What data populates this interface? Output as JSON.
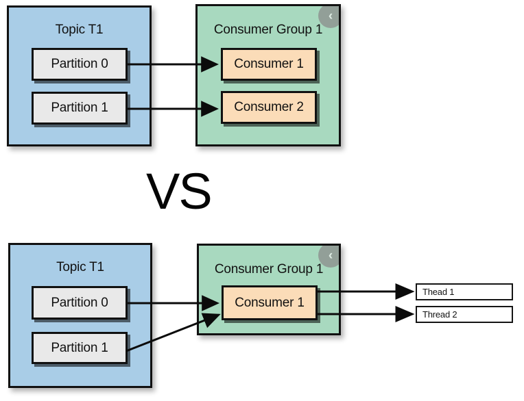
{
  "diagram": {
    "title_text": "VS",
    "comparison_label": "VS",
    "colors": {
      "topic_fill": "#a9cde7",
      "group_fill": "#a8d9bf",
      "partition_fill": "#e9e9e9",
      "consumer_fill": "#fbdcb8",
      "thread_fill": "#ffffff",
      "stroke": "#111111",
      "badge_fill": "#8a8a8a",
      "background": "#ffffff"
    },
    "top_scenario": {
      "topic": {
        "label": "Topic T1",
        "partitions": [
          {
            "label": "Partition 0"
          },
          {
            "label": "Partition 1"
          }
        ]
      },
      "consumer_group": {
        "label": "Consumer Group 1",
        "badge_glyph": "‹",
        "badge_name": "collapse-chevron-left",
        "consumers": [
          {
            "label": "Consumer 1"
          },
          {
            "label": "Consumer 2"
          }
        ]
      },
      "connections": [
        {
          "from": "Partition 0",
          "to": "Consumer 1"
        },
        {
          "from": "Partition 1",
          "to": "Consumer 2"
        }
      ]
    },
    "bottom_scenario": {
      "topic": {
        "label": "Topic T1",
        "partitions": [
          {
            "label": "Partition 0"
          },
          {
            "label": "Partition 1"
          }
        ]
      },
      "consumer_group": {
        "label": "Consumer Group 1",
        "badge_glyph": "‹",
        "badge_name": "collapse-chevron-left",
        "consumers": [
          {
            "label": "Consumer 1"
          }
        ]
      },
      "threads": [
        {
          "label": "Thead 1"
        },
        {
          "label": "Thread 2"
        }
      ],
      "connections": [
        {
          "from": "Partition 0",
          "to": "Consumer 1"
        },
        {
          "from": "Partition 1",
          "to": "Consumer 1"
        },
        {
          "from": "Consumer 1",
          "to": "Thead 1"
        },
        {
          "from": "Consumer 1",
          "to": "Thread 2"
        }
      ]
    }
  }
}
